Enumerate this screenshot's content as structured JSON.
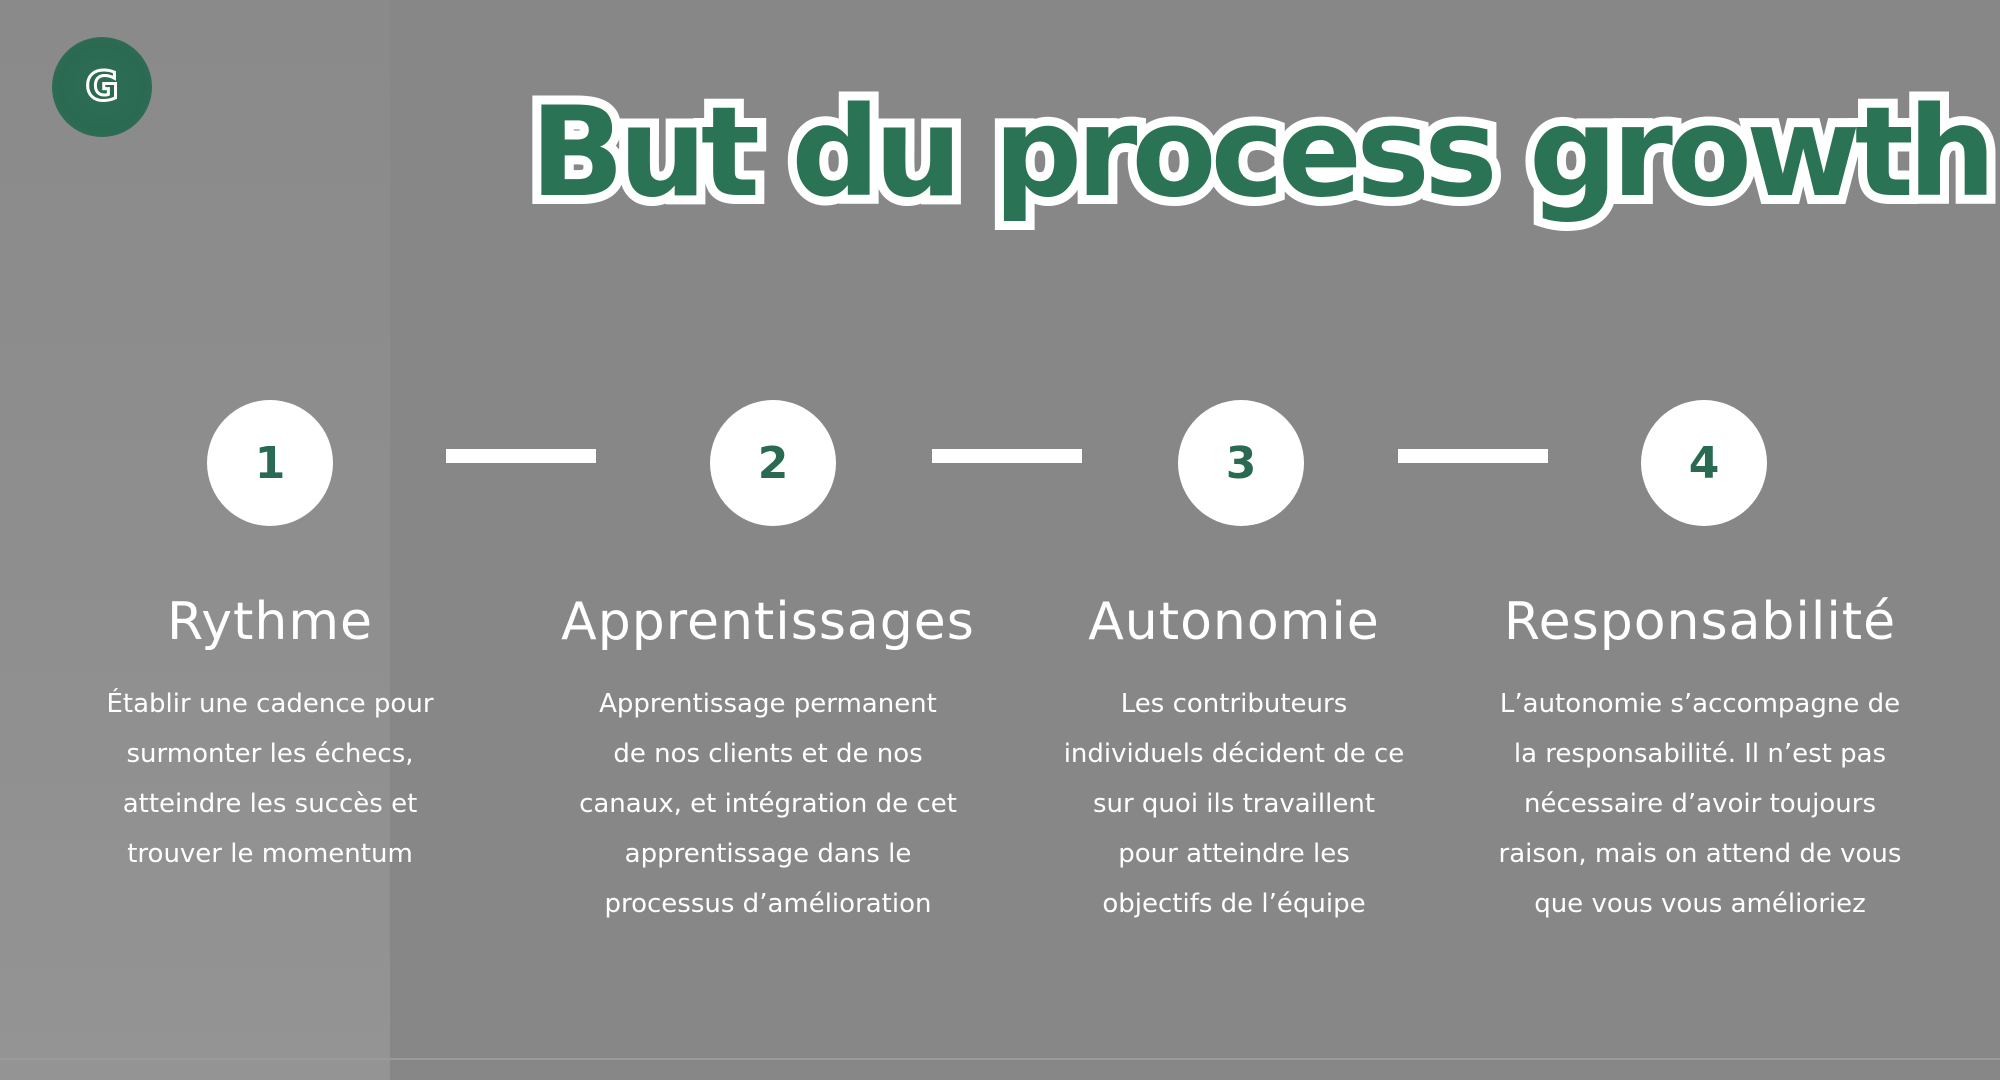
{
  "logo": {
    "letter": "G"
  },
  "title": "But du process growth",
  "colors": {
    "accent": "#2b6a52",
    "background": "#878787",
    "text": "#ffffff"
  },
  "steps": [
    {
      "number": "1",
      "heading": "Rythme",
      "lines": [
        "Établir une cadence pour",
        "surmonter les échecs,",
        "atteindre les succès et",
        "trouver le momentum"
      ]
    },
    {
      "number": "2",
      "heading": "Apprentissages",
      "lines": [
        "Apprentissage permanent",
        "de nos clients et de nos",
        "canaux, et intégration de cet",
        "apprentissage dans le",
        "processus d’amélioration"
      ]
    },
    {
      "number": "3",
      "heading": "Autonomie",
      "lines": [
        "Les contributeurs",
        "individuels décident de ce",
        "sur quoi ils travaillent",
        "pour atteindre les",
        "objectifs de l’équipe"
      ]
    },
    {
      "number": "4",
      "heading": "Responsabilité",
      "lines": [
        "L’autonomie s’accompagne de",
        "la responsabilité. Il n’est pas",
        "nécessaire d’avoir toujours",
        "raison, mais on attend de vous",
        "que vous vous amélioriez"
      ]
    }
  ]
}
